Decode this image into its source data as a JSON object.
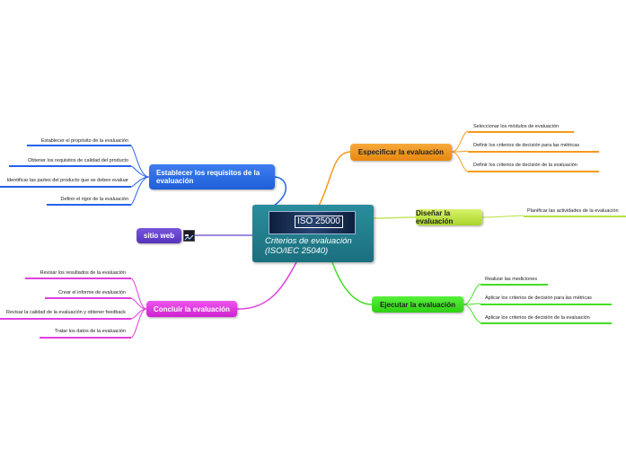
{
  "center": {
    "logo_text": "ISO 25000",
    "title": "Criterios de evaluación (ISO/IEC 25040)"
  },
  "colors": {
    "blue": "#2563eb",
    "orange": "#f59a1c",
    "lime": "#b7e043",
    "green": "#44dd22",
    "magenta": "#e040e0",
    "purple": "#6644cc"
  },
  "branches": {
    "establecer": {
      "label": "Establecer los requisitos de la evaluación",
      "items": [
        "Establecer el propósito de la evaluación",
        "Obtener los requisitos de calidad del producto",
        "Identificar las partes del producto que se deben evaluar",
        "Definir el rigor de la evaluación"
      ]
    },
    "especificar": {
      "label": "Especificar la evaluación",
      "items": [
        "Seleccionar los módulos de evaluación",
        "Definir los criterios de decisión para las métricas",
        "Definir los criterios de decisión de la evaluación"
      ]
    },
    "disenar": {
      "label": "Diseñar la evaluación",
      "items": [
        "Planificar las actividades de la evaluación"
      ]
    },
    "ejecutar": {
      "label": "Ejecutar la evaluación",
      "items": [
        "Realizar las mediciones",
        "Aplicar los criterios de decisión para las métricas",
        "Aplicar los criterios de decisión de la evaluación"
      ]
    },
    "concluir": {
      "label": "Concluir la evaluación",
      "items": [
        "Revisar los resultados de la evaluación",
        "Crear el informe de evaluación",
        "Revisar la calidad de la evaluación y obtener feedback",
        "Tratar los datos de la evaluación"
      ]
    },
    "sitio": {
      "label": "sitio web",
      "icon": "link-icon"
    }
  }
}
